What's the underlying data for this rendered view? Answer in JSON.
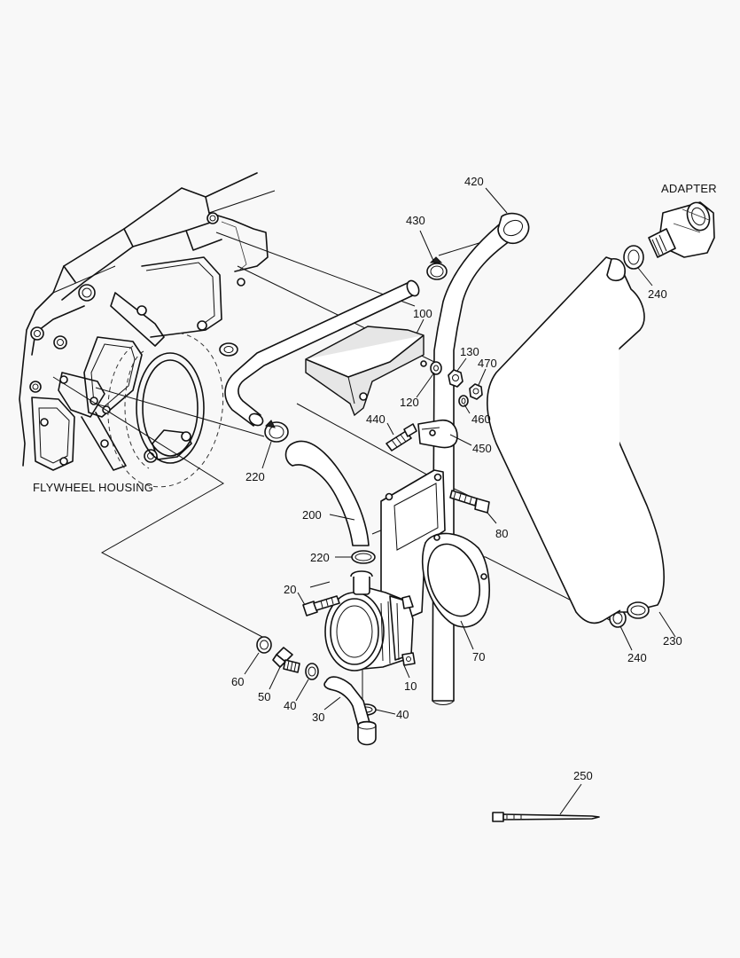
{
  "assembly_labels": {
    "flywheel_housing": "FLYWHEEL HOUSING",
    "adapter": "ADAPTER"
  },
  "callouts": {
    "c420": "420",
    "c430": "430",
    "c100": "100",
    "c130": "130",
    "c470": "470",
    "c120": "120",
    "c460": "460",
    "c440": "440",
    "c450": "450",
    "c220a": "220",
    "c200": "200",
    "c80": "80",
    "c220b": "220",
    "c20": "20",
    "c70": "70",
    "c60": "60",
    "c50": "50",
    "c40a": "40",
    "c10": "10",
    "c30": "30",
    "c40b": "40",
    "c240a": "240",
    "c240b": "240",
    "c230": "230",
    "c250": "250"
  }
}
